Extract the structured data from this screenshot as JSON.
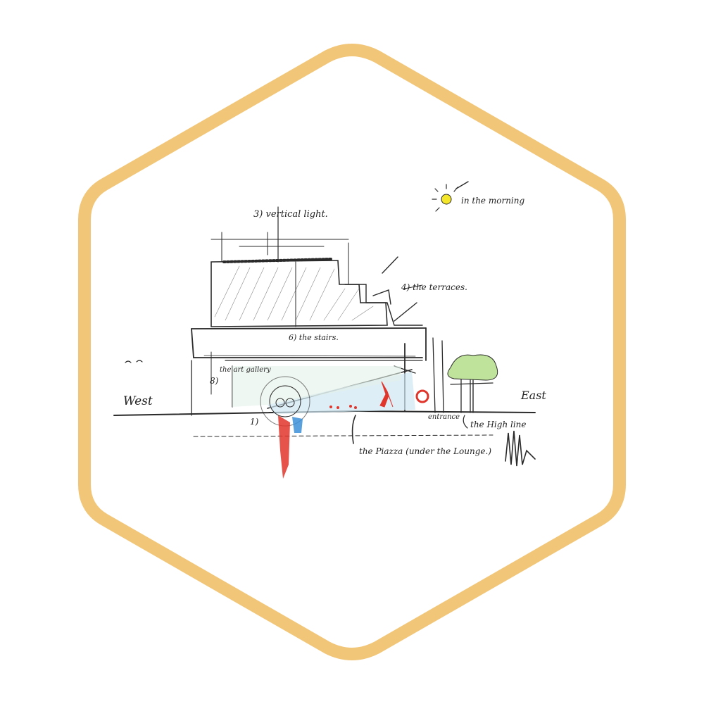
{
  "frame": {
    "border_color": "#F2C678",
    "fill_color": "#FFFFFF"
  },
  "sketch": {
    "ink_color": "#2a2a2a",
    "accent_colors": {
      "sun": "#F4E62A",
      "red": "#E0352B",
      "blue": "#3B8FD8",
      "green": "#BFE39A"
    },
    "labels": {
      "west": "West",
      "east": "East",
      "morning": "in the morning",
      "vertical_light": "3) vertical light.",
      "terraces": "4) the terraces.",
      "stairs": "6) the stairs.",
      "art_gallery": "the art gallery",
      "n8": "8)",
      "n1": "1)",
      "high_line": "the High line",
      "entrance": "entrance",
      "piazza": "the Piazza (under the Lounge.)"
    },
    "icons": [
      "sun-icon",
      "person-red-icon",
      "flag-red-icon",
      "tree-icon",
      "signature-icon"
    ]
  }
}
